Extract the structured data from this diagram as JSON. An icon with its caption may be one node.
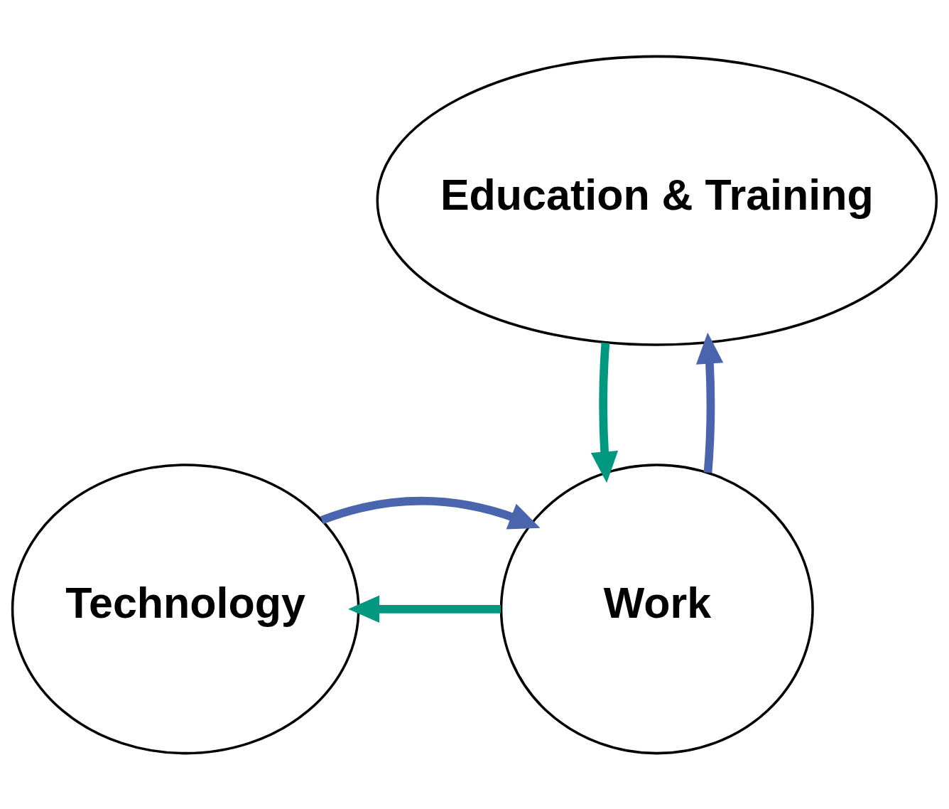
{
  "diagram": {
    "nodes": [
      {
        "text": [
          "Education & Training"
        ]
      },
      {
        "text": [
          "Technology"
        ]
      },
      {
        "text": [
          "Work"
        ]
      }
    ],
    "edges": [
      {
        "from": 0,
        "to": 2,
        "arrow": "to",
        "color": "#009980"
      },
      {
        "from": 2,
        "to": 0,
        "arrow": "to",
        "color": "#4a64ad"
      },
      {
        "from": 2,
        "to": 1,
        "arrow": "to",
        "color": "#009980"
      },
      {
        "from": 1,
        "to": 2,
        "arrow": "to",
        "color": "#4a64ad"
      }
    ]
  }
}
